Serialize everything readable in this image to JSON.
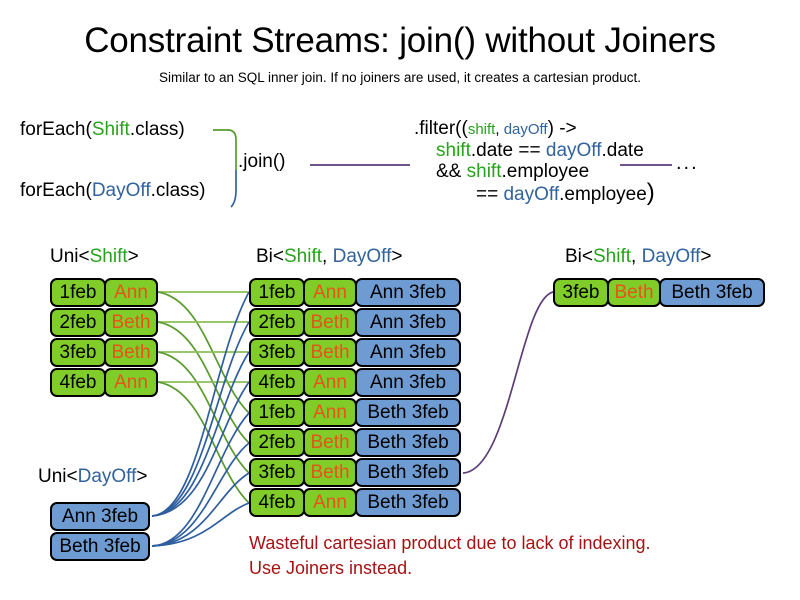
{
  "title": "Constraint Streams: join() without Joiners",
  "subtitle": "Similar to an SQL inner join. If no joiners are used, it creates a cartesian product.",
  "code": {
    "forEach_shift_pre": "forEach(",
    "forEach_shift_type": "Shift",
    "forEach_shift_post": ".class)",
    "forEach_dayoff_pre": "forEach(",
    "forEach_dayoff_type": "DayOff",
    "forEach_dayoff_post": ".class)",
    "join_call": ".join()",
    "ellipsis": "...",
    "filter": {
      "line1_a": ".filter((",
      "line1_shift": "shift",
      "line1_comma": ", ",
      "line1_dayoff": "dayOff",
      "line1_b": ") ->",
      "line2_shift": "shift",
      "line2_mid": ".date == ",
      "line2_dayoff": "dayOff",
      "line2_end": ".date",
      "line3_pre": "&& ",
      "line3_shift": "shift",
      "line3_end": ".employee",
      "line4_pre": "== ",
      "line4_dayoff": "dayOff",
      "line4_end": ".employee",
      "line4_paren": ")"
    }
  },
  "streams": {
    "uni_shift_label": {
      "prefix": "Uni<",
      "type": "Shift",
      "suffix": ">"
    },
    "uni_dayoff_label": {
      "prefix": "Uni<",
      "type": "DayOff",
      "suffix": ">"
    },
    "bi_mid_label": {
      "prefix": "Bi<",
      "type_a": "Shift",
      "sep": ", ",
      "type_b": "DayOff",
      "suffix": ">"
    },
    "bi_right_label": {
      "prefix": "Bi<",
      "type_a": "Shift",
      "sep": ", ",
      "type_b": "DayOff",
      "suffix": ">"
    }
  },
  "uni_shift_rows": [
    {
      "date": "1feb",
      "employee": "Ann"
    },
    {
      "date": "2feb",
      "employee": "Beth"
    },
    {
      "date": "3feb",
      "employee": "Beth"
    },
    {
      "date": "4feb",
      "employee": "Ann"
    }
  ],
  "uni_dayoff_rows": [
    {
      "dayoff": "Ann 3feb"
    },
    {
      "dayoff": "Beth 3feb"
    }
  ],
  "bi_mid_rows": [
    {
      "date": "1feb",
      "employee": "Ann",
      "dayoff": "Ann 3feb"
    },
    {
      "date": "2feb",
      "employee": "Beth",
      "dayoff": "Ann 3feb"
    },
    {
      "date": "3feb",
      "employee": "Beth",
      "dayoff": "Ann 3feb"
    },
    {
      "date": "4feb",
      "employee": "Ann",
      "dayoff": "Ann 3feb"
    },
    {
      "date": "1feb",
      "employee": "Ann",
      "dayoff": "Beth 3feb"
    },
    {
      "date": "2feb",
      "employee": "Beth",
      "dayoff": "Beth 3feb"
    },
    {
      "date": "3feb",
      "employee": "Beth",
      "dayoff": "Beth 3feb"
    },
    {
      "date": "4feb",
      "employee": "Ann",
      "dayoff": "Beth 3feb"
    }
  ],
  "bi_right_rows": [
    {
      "date": "3feb",
      "employee": "Beth",
      "dayoff": "Beth 3feb"
    }
  ],
  "warning": {
    "line1": "Wasteful cartesian product due to lack of indexing.",
    "line2": "Use Joiners instead."
  },
  "colors": {
    "shift_green_text": "#27a31b",
    "dayoff_blue_text": "#31639c",
    "box_green": "#80cc28",
    "box_blue": "#6e9bd2",
    "employee_orange": "#e8531a",
    "warning_red": "#a41414",
    "wire_green": "#5a9b2e",
    "wire_blue": "#2f5e9e",
    "wire_purple": "#5d3d77"
  }
}
